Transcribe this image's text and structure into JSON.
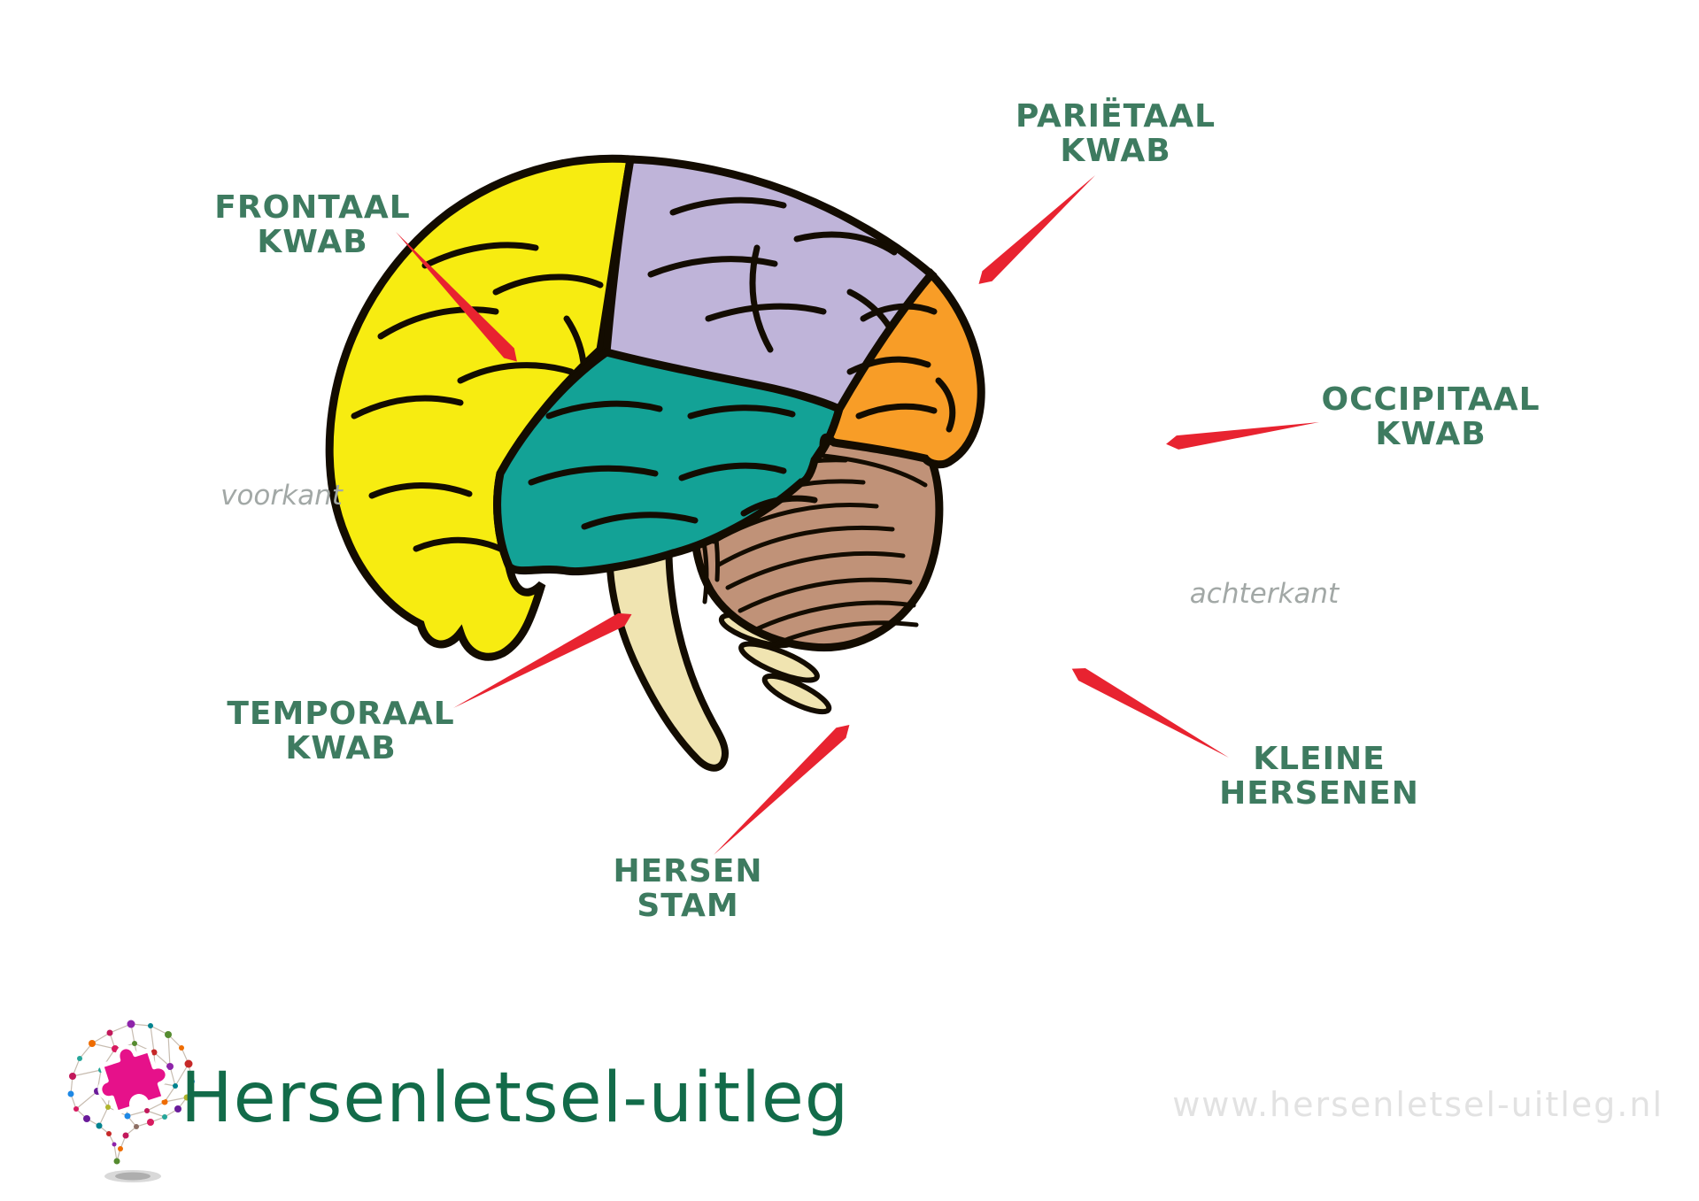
{
  "page": {
    "background": "#ffffff"
  },
  "diagram": {
    "labels": {
      "frontaal": {
        "line1": "FRONTAAL",
        "line2": "KWAB"
      },
      "parietaal": {
        "line1": "PARIËTAAL",
        "line2": "KWAB"
      },
      "occipitaal": {
        "line1": "OCCIPITAAL",
        "line2": "KWAB"
      },
      "temporaal": {
        "line1": "TEMPORAAL",
        "line2": "KWAB"
      },
      "kleine_hersenen": {
        "line1": "KLEINE",
        "line2": "HERSENEN"
      },
      "hersenstam": {
        "line1": "HERSEN",
        "line2": "STAM"
      }
    },
    "orientation": {
      "front": "voorkant",
      "back": "achterkant"
    },
    "regions": [
      {
        "name": "frontaal kwab",
        "color": "#F7EC11"
      },
      {
        "name": "pariëtaal kwab",
        "color": "#BFB4D9"
      },
      {
        "name": "temporaal kwab",
        "color": "#13A296"
      },
      {
        "name": "occipitaal kwab",
        "color": "#F89D27"
      },
      {
        "name": "kleine hersenen",
        "color": "#C09278"
      },
      {
        "name": "hersenstam",
        "color": "#F0E4B1"
      }
    ],
    "colors": {
      "label_text": "#3E7B60",
      "pointer": "#E82330",
      "outline": "#130C01",
      "orientation_text": "#A2A8A6"
    }
  },
  "footer": {
    "brand": "Hersenletsel-uitleg",
    "website": "www.hersenletsel-uitleg.nl",
    "brand_color": "#126B49",
    "website_color": "#E2E2E2",
    "logo_puzzle_color": "#E6118A"
  }
}
